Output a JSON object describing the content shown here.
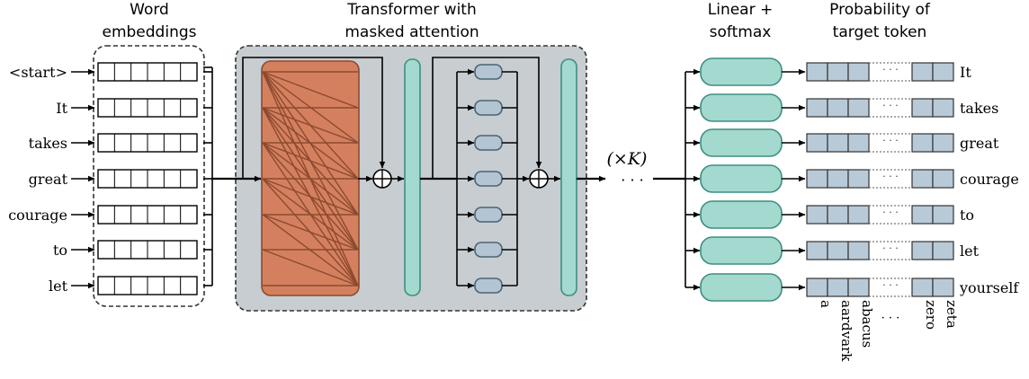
{
  "headings": {
    "embeddings": [
      "Word",
      "embeddings"
    ],
    "transformer": [
      "Transformer with",
      "masked attention"
    ],
    "linear": [
      "Linear +",
      "softmax"
    ],
    "probability": [
      "Probability of",
      "target token"
    ]
  },
  "input_tokens": [
    "<start>",
    "It",
    "takes",
    "great",
    "courage",
    "to",
    "let"
  ],
  "target_tokens": [
    "It",
    "takes",
    "great",
    "courage",
    "to",
    "let",
    "yourself"
  ],
  "vocab_labels": [
    "a",
    "aardvark",
    "abacus",
    "zero",
    "zeta"
  ],
  "vocab_ellipsis": "· · ·",
  "repeat_label": "(×K)",
  "flow_ellipsis": "· · ·",
  "cell_ellipsis": "· · ·",
  "colors": {
    "attention_fill": "#d4805f",
    "attention_line": "#8c4a2f",
    "norm_fill": "#a3d9cf",
    "norm_stroke": "#3e8e82",
    "mlp_fill": "#b3c4d3",
    "mlp_stroke": "#4b6475",
    "panel_fill": "#c7cdd0",
    "prob_fill": "#b8cad8"
  }
}
